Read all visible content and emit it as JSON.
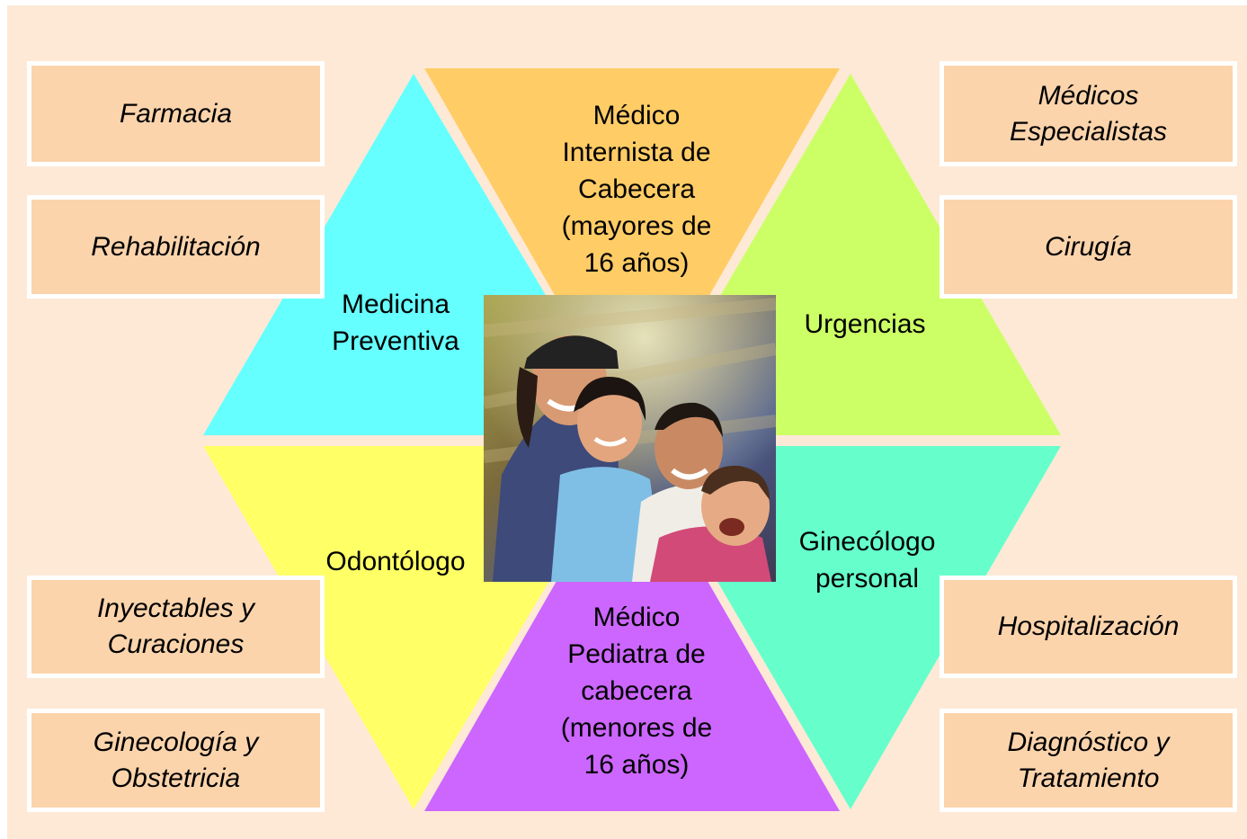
{
  "colors": {
    "background": "#fde9d6",
    "box_fill": "#fbd4ac",
    "medicina_preventiva": "#66ffff",
    "medico_internista": "#ffcc66",
    "urgencias": "#ccff66",
    "odontologo": "#ffff66",
    "medico_pediatra": "#cc66ff",
    "ginecologo": "#66ffcc"
  },
  "left_boxes": [
    {
      "label": "Farmacia"
    },
    {
      "label": "Rehabilitación"
    },
    {
      "label": "Inyectables y\nCuraciones"
    },
    {
      "label": "Ginecología y\nObstetricia"
    }
  ],
  "right_boxes": [
    {
      "label": "Médicos\nEspecialistas"
    },
    {
      "label": "Cirugía"
    },
    {
      "label": "Hospitalización"
    },
    {
      "label": "Diagnóstico y\nTratamiento"
    }
  ],
  "hexagon": {
    "medicina_preventiva": "Medicina\nPreventiva",
    "medico_internista": "Médico\nInternista de\nCabecera\n(mayores de\n16 años)",
    "urgencias": "Urgencias",
    "odontologo": "Odontólogo",
    "medico_pediatra": "Médico\nPediatra de\ncabecera\n(menores de\n16 años)",
    "ginecologo": "Ginecólogo\npersonal"
  },
  "center_image": "family-photo"
}
